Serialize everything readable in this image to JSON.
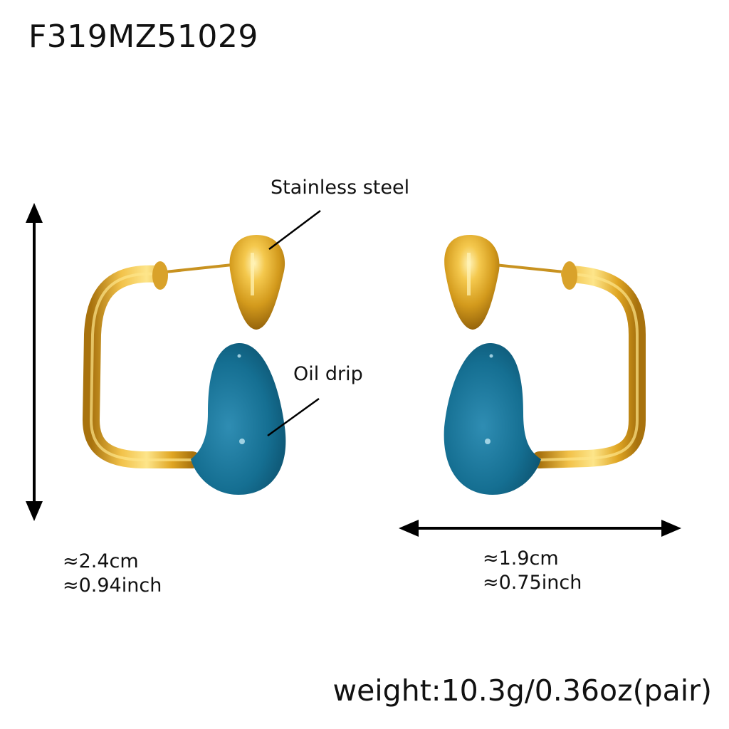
{
  "product": {
    "sku": "F319MZ51029"
  },
  "callouts": [
    {
      "label": "Stainless steel",
      "target": "gold ear stud and hoop"
    },
    {
      "label": "Oil drip",
      "target": "blue enamel drop"
    }
  ],
  "dimensions": {
    "height": {
      "cm": "≈2.4cm",
      "inch": "≈0.94inch",
      "arrow": "vertical"
    },
    "width": {
      "cm": "≈1.9cm",
      "inch": "≈0.75inch",
      "arrow": "horizontal"
    }
  },
  "weight": {
    "text": "weight:10.3g/0.36oz(pair)"
  },
  "colors": {
    "gold": "#e0a623",
    "gold_highlight": "#fde58a",
    "gold_shadow": "#a8720d",
    "enamel_blue": "#156f92",
    "enamel_highlight": "#3e9bbe",
    "enamel_shadow": "#0c4f6b",
    "text": "#111111",
    "background": "#ffffff"
  }
}
